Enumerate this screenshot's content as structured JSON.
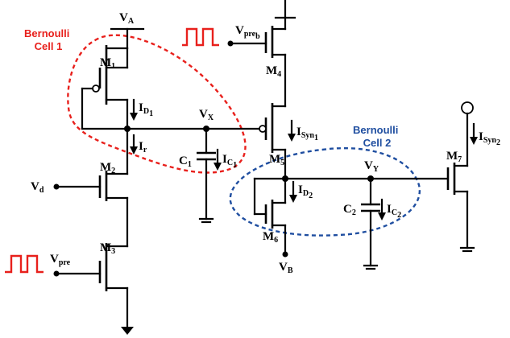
{
  "cells": {
    "cell1": {
      "line1": "Bernoulli",
      "line2": "Cell 1",
      "color": "#e8201c"
    },
    "cell2": {
      "line1": "Bernoulli",
      "line2": "Cell 2",
      "color": "#1f4ea0"
    }
  },
  "transistors": {
    "m1": {
      "main": "M",
      "sub": "1"
    },
    "m2": {
      "main": "M",
      "sub": "2"
    },
    "m3": {
      "main": "M",
      "sub": "3"
    },
    "m4": {
      "main": "M",
      "sub": "4"
    },
    "m5": {
      "main": "M",
      "sub": "5"
    },
    "m6": {
      "main": "M",
      "sub": "6"
    },
    "m7": {
      "main": "M",
      "sub": "7"
    }
  },
  "capacitors": {
    "c1": {
      "main": "C",
      "sub": "1"
    },
    "c2": {
      "main": "C",
      "sub": "2"
    }
  },
  "nodes": {
    "va": {
      "main": "V",
      "sub": "A"
    },
    "vx": {
      "main": "V",
      "sub": "X"
    },
    "vy": {
      "main": "V",
      "sub": "Y"
    },
    "vb": {
      "main": "V",
      "sub": "B"
    },
    "vd": {
      "main": "V",
      "sub": "d"
    },
    "vpre": {
      "main": "V",
      "sub": "pre"
    },
    "vpreb": {
      "main": "V",
      "sub": "pre",
      "subsub": "b"
    }
  },
  "currents": {
    "id1": {
      "main": "I",
      "sub": "D",
      "subsub": "1"
    },
    "ir": {
      "main": "I",
      "sub": "r"
    },
    "ic1": {
      "main": "I",
      "sub": "C",
      "subsub": "1"
    },
    "isyn1": {
      "main": "I",
      "sub": "Syn",
      "subsub": "1"
    },
    "id2": {
      "main": "I",
      "sub": "D",
      "subsub": "2"
    },
    "ic2": {
      "main": "I",
      "sub": "C",
      "subsub": "2"
    },
    "isyn2": {
      "main": "I",
      "sub": "Syn",
      "subsub": "2"
    }
  },
  "colors": {
    "wire": "#000000",
    "cell1": "#e8201c",
    "cell2": "#1f4ea0",
    "pulse": "#e8201c"
  }
}
